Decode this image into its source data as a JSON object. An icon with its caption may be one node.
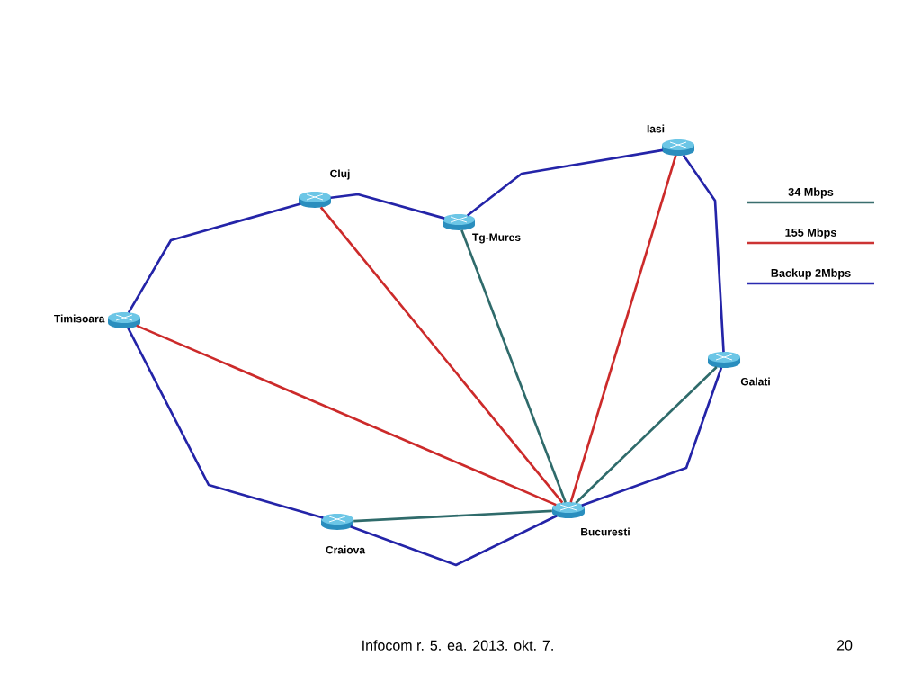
{
  "diagram": {
    "nodes": [
      {
        "text": [],
        "shape": "picture",
        "beside": [
          "Iasi"
        ]
      },
      {
        "text": [],
        "shape": "picture",
        "beside": [
          "Cluj"
        ]
      },
      {
        "text": [],
        "shape": "picture",
        "beside": [
          "Tg-Mures"
        ]
      },
      {
        "text": [],
        "shape": "picture",
        "beside": [
          "Timisoara"
        ]
      },
      {
        "text": [],
        "shape": "picture",
        "beside": [
          "Galati"
        ]
      },
      {
        "text": [],
        "shape": "picture",
        "beside": [
          "Bucuresti"
        ]
      },
      {
        "text": [],
        "shape": "picture",
        "beside": [
          "Craiova"
        ]
      }
    ],
    "edges": [
      {
        "from": 3,
        "to": 1,
        "arrow": "none"
      },
      {
        "from": 1,
        "to": 2,
        "arrow": "none"
      },
      {
        "from": 2,
        "to": 0,
        "arrow": "none"
      },
      {
        "from": 0,
        "to": 4,
        "arrow": "none"
      },
      {
        "from": 4,
        "to": 5,
        "arrow": "none"
      },
      {
        "from": 5,
        "to": 6,
        "arrow": "none"
      },
      {
        "from": 6,
        "to": 3,
        "arrow": "none"
      },
      {
        "from": 1,
        "to": 5,
        "arrow": "none",
        "color": "#cc2a2a"
      },
      {
        "from": 3,
        "to": 5,
        "arrow": "none",
        "color": "#cc2a2a"
      },
      {
        "from": 0,
        "to": 5,
        "arrow": "none",
        "color": "#cc2a2a"
      },
      {
        "from": 2,
        "to": 5,
        "arrow": "none",
        "color": "#2f6b6b"
      },
      {
        "from": 4,
        "to": 5,
        "arrow": "none",
        "color": "#2f6b6b"
      },
      {
        "from": 6,
        "to": 5,
        "arrow": "none",
        "color": "#2f6b6b"
      }
    ],
    "labels": [
      "Infocom r. 5. ea. 2013. okt. 7.",
      "20"
    ],
    "legend": [
      {
        "text": "34 Mbps"
      },
      {
        "text": "155 Mbps"
      },
      {
        "text": "Backup 2Mbps"
      }
    ]
  }
}
